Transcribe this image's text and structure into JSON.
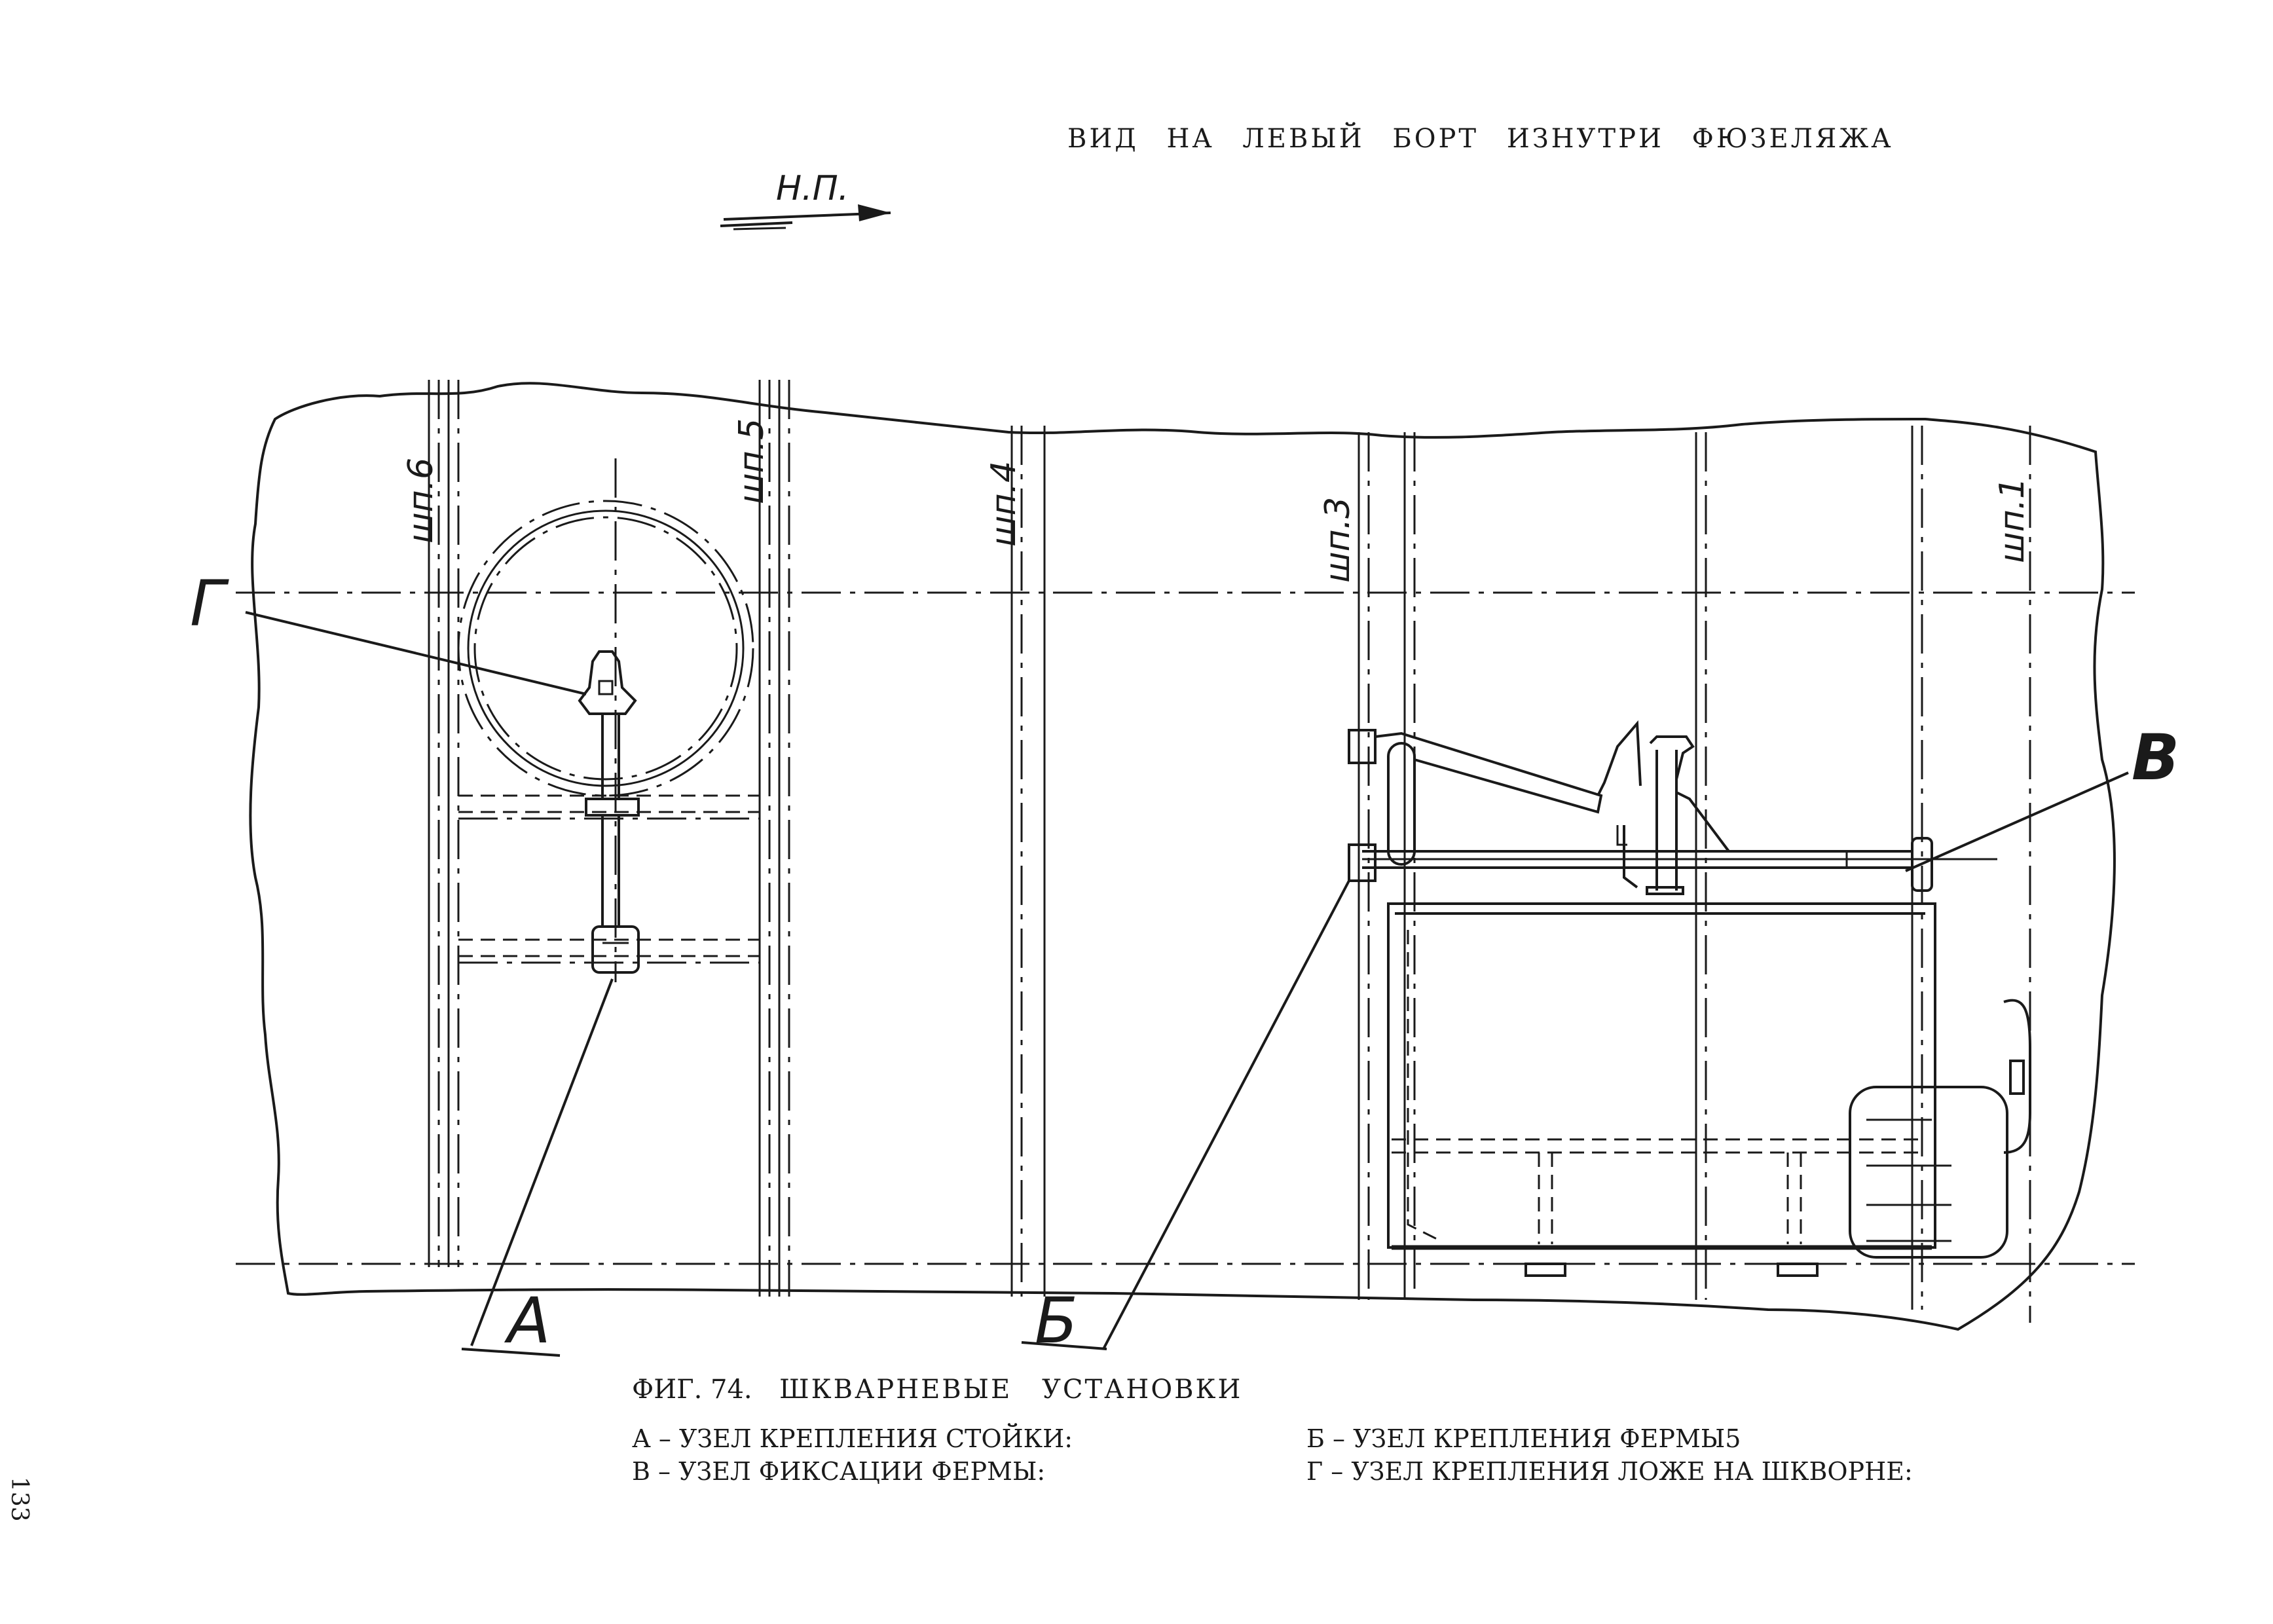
{
  "header": {
    "view_title": "ВИД НА ЛЕВЫЙ БОРТ ИЗНУТРИ ФЮЗЕЛЯЖА",
    "direction_label": "Н.П."
  },
  "frames": [
    {
      "id": "frame-6",
      "label": "шп.6"
    },
    {
      "id": "frame-5",
      "label": "шп.5"
    },
    {
      "id": "frame-4",
      "label": "шп.4"
    },
    {
      "id": "frame-3",
      "label": "шп.3"
    },
    {
      "id": "frame-1",
      "label": "шп.1"
    }
  ],
  "callouts": {
    "g": "Г",
    "a": "А",
    "b": "Б",
    "v": "В"
  },
  "caption": {
    "figure_number": "ФИГ. 74.",
    "figure_title": "ШКВАРНЕВЫЕ УСТАНОВКИ",
    "legend": [
      {
        "letter": "А",
        "text": "А – УЗЕЛ КРЕПЛЕНИЯ СТОЙКИ:"
      },
      {
        "letter": "Б",
        "text": "Б – УЗЕЛ КРЕПЛЕНИЯ ФЕРМЫ5"
      },
      {
        "letter": "В",
        "text": "В – УЗЕЛ ФИКСАЦИИ ФЕРМЫ:"
      },
      {
        "letter": "Г",
        "text": "Г – УЗЕЛ КРЕПЛЕНИЯ ЛОЖЕ НА ШКВОРНЕ:"
      }
    ]
  },
  "page_number": "133"
}
